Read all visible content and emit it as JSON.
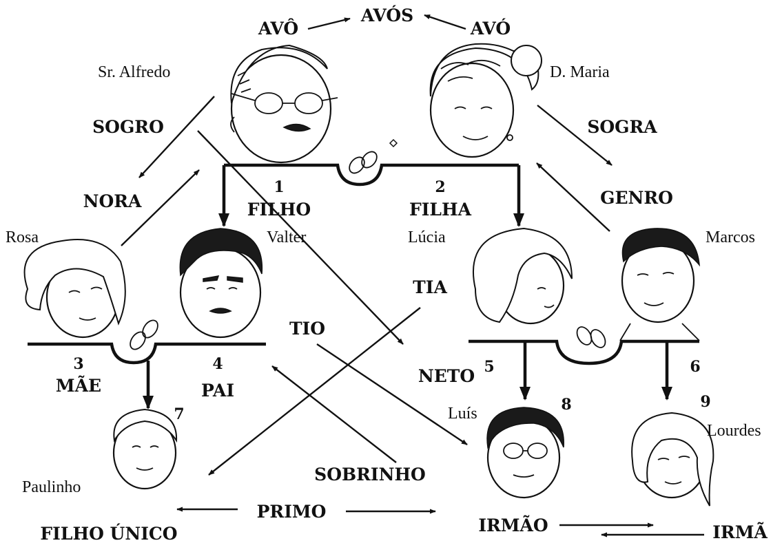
{
  "labels": {
    "avos": "AVÓS",
    "avo_m": "AVÔ",
    "avo_f": "AVÓ",
    "sogro": "SOGRO",
    "sogra": "SOGRA",
    "nora": "NORA",
    "genro": "GENRO",
    "filho": "FILHO",
    "filha": "FILHA",
    "tia": "TIA",
    "tio": "TIO",
    "neto": "NETO",
    "mae": "MÃE",
    "pai": "PAI",
    "sobrinho": "SOBRINHO",
    "primo": "PRIMO",
    "filho_unico": "FILHO ÚNICO",
    "irmao": "IRMÃO",
    "irma": "IRMÃ"
  },
  "numbers": {
    "n1": "1",
    "n2": "2",
    "n3": "3",
    "n4": "4",
    "n5": "5",
    "n6": "6",
    "n7": "7",
    "n8": "8",
    "n9": "9"
  },
  "people": {
    "alfredo": "Sr. Alfredo",
    "maria": "D. Maria",
    "rosa": "Rosa",
    "valter": "Valter",
    "lucia": "Lúcia",
    "marcos": "Marcos",
    "luis": "Luís",
    "lourdes": "Lourdes",
    "paulinho": "Paulinho"
  }
}
